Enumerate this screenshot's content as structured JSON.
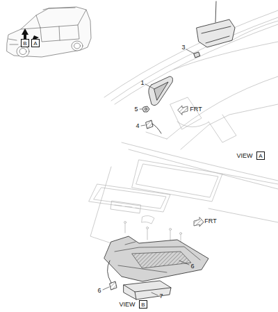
{
  "diagram": {
    "nodes": [
      {
        "text": [
          "B"
        ]
      },
      {
        "text": [
          "A"
        ]
      },
      {
        "text": [
          "A"
        ]
      },
      {
        "text": [
          "B"
        ]
      }
    ],
    "labels": [
      "1",
      "3",
      "5",
      "4",
      "FRT",
      "VIEW",
      "FRT",
      "6",
      "6",
      "7",
      "VIEW"
    ]
  }
}
